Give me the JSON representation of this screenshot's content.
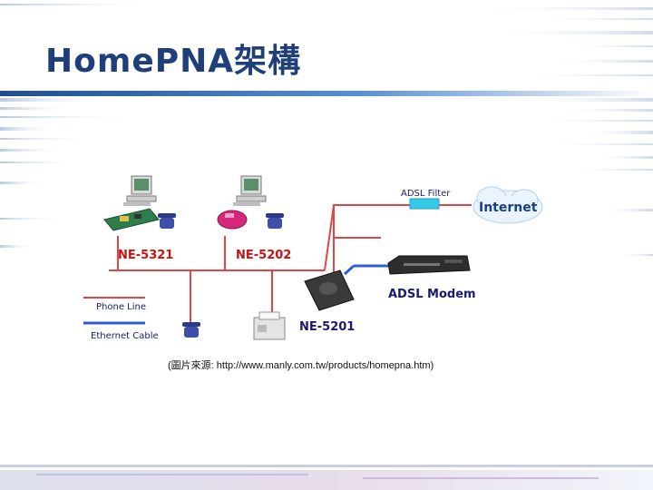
{
  "slide": {
    "title": "HomePNA架構",
    "caption": "(圖片來源: http://www.manly.com.tw/products/homepna.htm)"
  },
  "diagram": {
    "adsl_filter_label": "ADSL Filter",
    "internet_label": "Internet",
    "ne5321_label": "NE-5321",
    "ne5202_label": "NE-5202",
    "ne5201_label": "NE-5201",
    "modem_label": "ADSL Modem",
    "legend": {
      "phone_line_label": "Phone Line",
      "ethernet_label": "Ethernet Cable"
    }
  },
  "colors": {
    "title": "#1f3f7a",
    "phone_line": "#e04545",
    "ethernet_cable": "#2f5bd6",
    "filter": "#35c9e8",
    "label_red": "#cc1111",
    "label_blue": "#1a1a6e"
  }
}
